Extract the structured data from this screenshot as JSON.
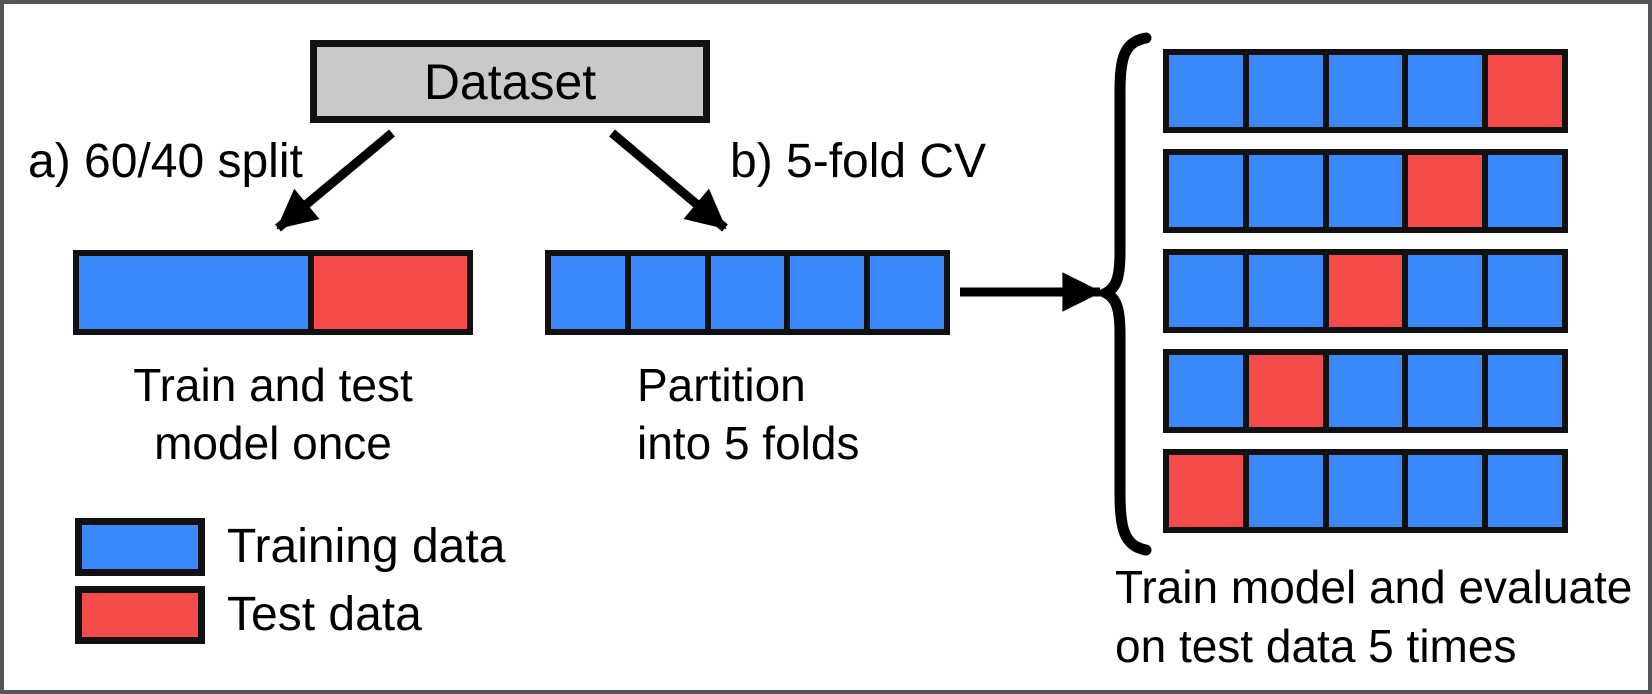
{
  "diagram": {
    "dataset_label": "Dataset",
    "branch_a_label": "a) 60/40 split",
    "branch_b_label": "b) 5-fold CV",
    "split_caption_line1": "Train and test",
    "split_caption_line2": "model once",
    "partition_caption_line1": "Partition",
    "partition_caption_line2": "into 5 folds",
    "cv_caption_line1": "Train model and evaluate",
    "cv_caption_line2": "on test data 5 times"
  },
  "legend": {
    "items": [
      {
        "label": "Training data",
        "type": "train"
      },
      {
        "label": "Test data",
        "type": "test"
      }
    ]
  },
  "colors": {
    "train": "#3a88fb",
    "test": "#f74a4a",
    "dataset_box": "#c9c9c9",
    "outline": "#111111",
    "frame_border": "#56565a"
  },
  "split_bar": {
    "train_fraction": 0.6,
    "test_fraction": 0.4
  },
  "fold_bar": {
    "folds": 5
  },
  "cv_grid": {
    "rows": [
      [
        "train",
        "train",
        "train",
        "train",
        "test"
      ],
      [
        "train",
        "train",
        "train",
        "test",
        "train"
      ],
      [
        "train",
        "train",
        "test",
        "train",
        "train"
      ],
      [
        "train",
        "test",
        "train",
        "train",
        "train"
      ],
      [
        "test",
        "train",
        "train",
        "train",
        "train"
      ]
    ]
  }
}
